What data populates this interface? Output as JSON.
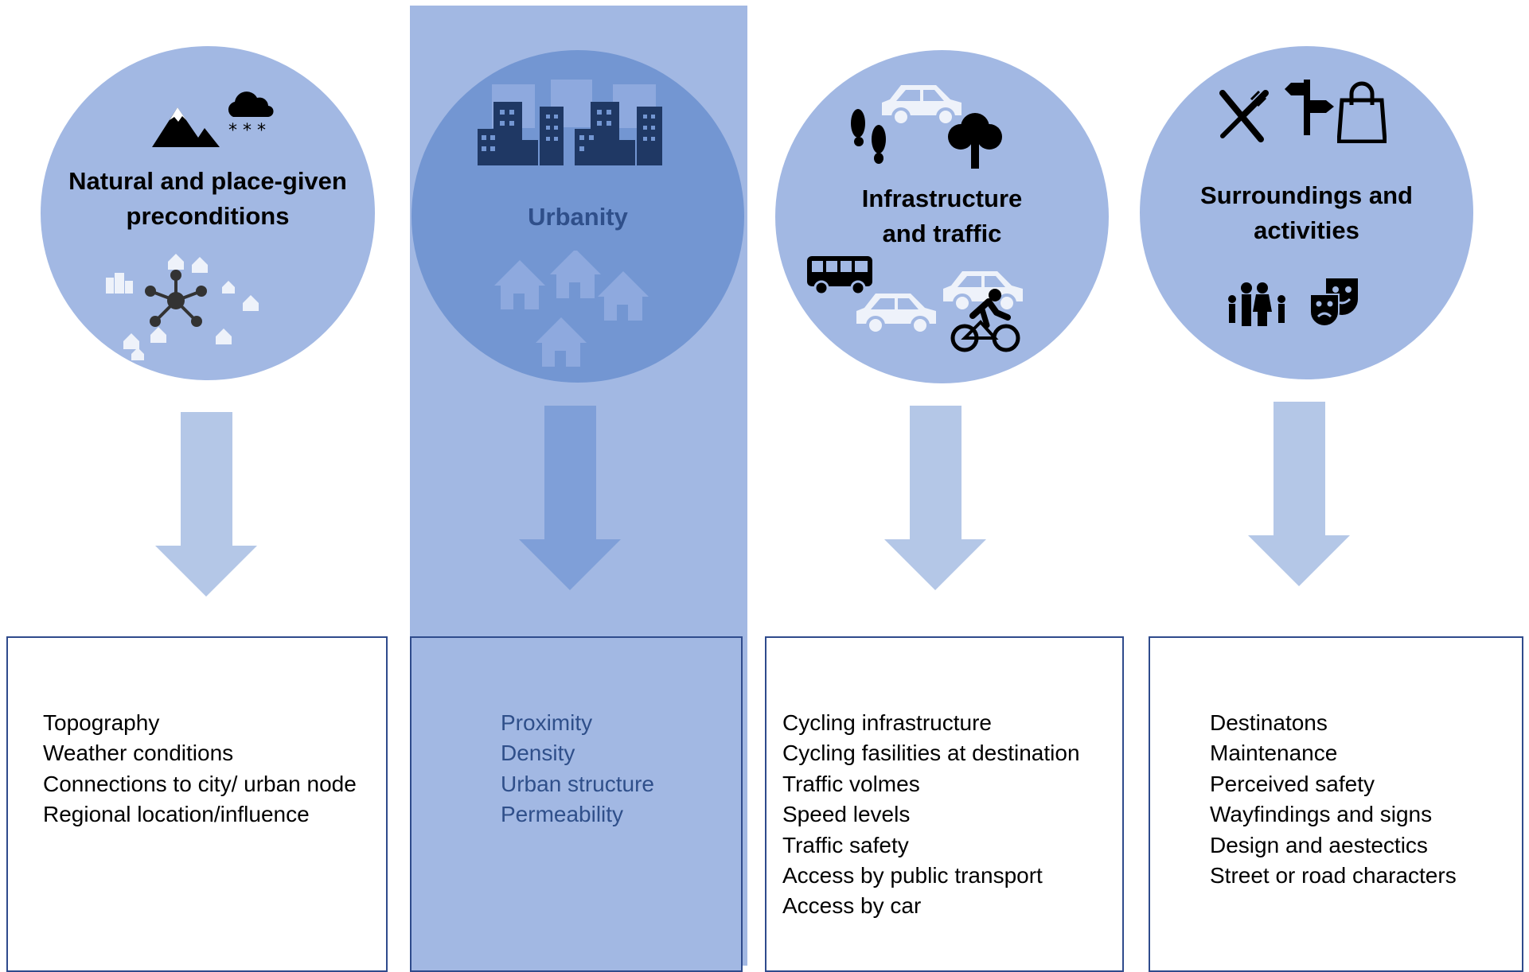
{
  "columns": [
    {
      "title": "Natural and place-given\npreconditions",
      "items": [
        "Topography",
        "Weather conditions",
        "Connections to city/ urban node",
        "Regional location/influence"
      ],
      "icons": [
        "mountain-icon",
        "snow-cloud-icon",
        "network-hub-icon",
        "small-houses-icon"
      ]
    },
    {
      "title": "Urbanity",
      "items": [
        "Proximity",
        "Density",
        "Urban structure",
        "Permeability"
      ],
      "icons": [
        "city-buildings-icon",
        "houses-icon"
      ]
    },
    {
      "title": "Infrastructure\nand traffic",
      "items": [
        "Cycling infrastructure",
        "Cycling fasilities at destination",
        "Traffic volmes",
        "Speed levels",
        "Traffic safety",
        "Access by public transport",
        "Access by car"
      ],
      "icons": [
        "footprints-icon",
        "car-icon",
        "tree-icon",
        "bus-icon",
        "cyclist-icon"
      ]
    },
    {
      "title": "Surroundings and\nactivities",
      "items": [
        "Destinatons",
        "Maintenance",
        "Perceived safety",
        "Wayfindings and signs",
        "Design and aestectics",
        "Street or road characters"
      ],
      "icons": [
        "cutlery-icon",
        "signpost-icon",
        "shopping-bag-icon",
        "family-icon",
        "theatre-masks-icon"
      ]
    }
  ],
  "colors": {
    "circle": "#a2b8e3",
    "circle_highlight": "#7396d2",
    "arrow": "#b4c7e7",
    "arrow_highlight": "#7f9fd8",
    "box_border": "#2f4b8c",
    "highlight_text": "#2f4f8a"
  }
}
